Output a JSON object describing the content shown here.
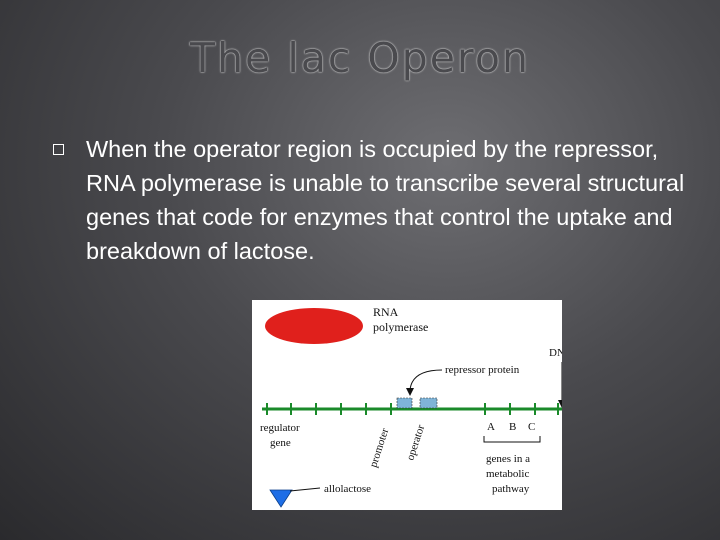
{
  "slide": {
    "title": "The lac Operon",
    "bullet_text": "When the operator region is occupied by the repressor, RNA polymerase is unable to transcribe several structural genes that code for enzymes that control the uptake and breakdown of lactose."
  },
  "diagram": {
    "rna_polymerase_line1": "RNA",
    "rna_polymerase_line2": "polymerase",
    "repressor_protein": "repressor protein",
    "dna": "DNA",
    "regulator_line1": "regulator",
    "regulator_line2": "gene",
    "promoter": "promoter",
    "operator": "operator",
    "gene_a": "A",
    "gene_b": "B",
    "gene_c": "C",
    "genes_line1": "genes in a",
    "genes_line2": "metabolic",
    "genes_line3": "pathway",
    "allolactose": "allolactose",
    "colors": {
      "polymerase": "#e0201c",
      "dna_line": "#1a8a2a",
      "allolactose": "#1e6ee6",
      "repressor": "#7fb4d8"
    }
  }
}
